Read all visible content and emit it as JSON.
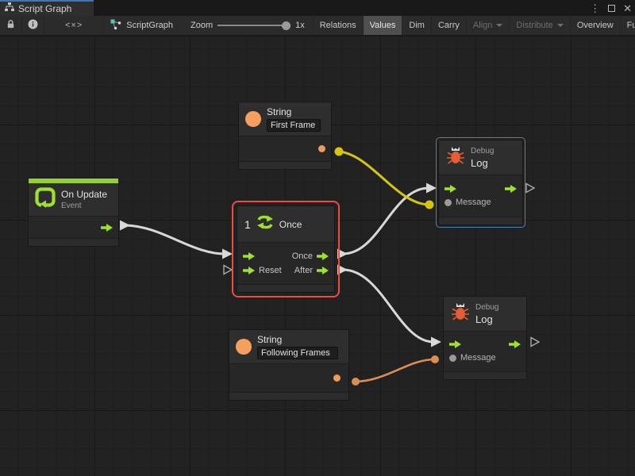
{
  "window": {
    "tab_title": "Script Graph",
    "controls": {
      "menu_glyph": "⋮",
      "close_glyph": "✕"
    }
  },
  "toolbar": {
    "code_glyph": "<×>",
    "graph_name": "ScriptGraph",
    "zoom_label": "Zoom",
    "zoom_value": "1x",
    "buttons": [
      {
        "label": "Relations",
        "state": "normal"
      },
      {
        "label": "Values",
        "state": "active"
      },
      {
        "label": "Dim",
        "state": "normal"
      },
      {
        "label": "Carry",
        "state": "normal"
      },
      {
        "label": "Align",
        "state": "disabled",
        "dropdown": true
      },
      {
        "label": "Distribute",
        "state": "disabled",
        "dropdown": true
      },
      {
        "label": "Overview",
        "state": "normal"
      },
      {
        "label": "Full Screen",
        "state": "normal"
      }
    ]
  },
  "nodes": {
    "on_update": {
      "title": "On Update",
      "subtitle": "Event"
    },
    "string_first": {
      "title": "String",
      "value": "First Frame"
    },
    "once": {
      "badge": "1",
      "title": "Once",
      "port_in_once_label": "Once",
      "port_reset": "Reset",
      "port_after": "After"
    },
    "debug_top": {
      "category": "Debug",
      "title": "Log",
      "port_message": "Message"
    },
    "debug_bottom": {
      "category": "Debug",
      "title": "Log",
      "port_message": "Message"
    },
    "string_following": {
      "title": "String",
      "value": "Following Frames"
    }
  },
  "colors": {
    "accent_green": "#9fe22d",
    "event_strip_green": "#94ce33",
    "node_orange": "#f5a05f",
    "bug_red": "#e65c34",
    "selection_red": "#f04b41",
    "highlight_blue": "#4a81b4",
    "wire_yellow": "#d4c512",
    "wire_orange": "#dd8e52",
    "wire_white": "#d8d8d8",
    "tab_accent_blue": "#3a79bb"
  }
}
